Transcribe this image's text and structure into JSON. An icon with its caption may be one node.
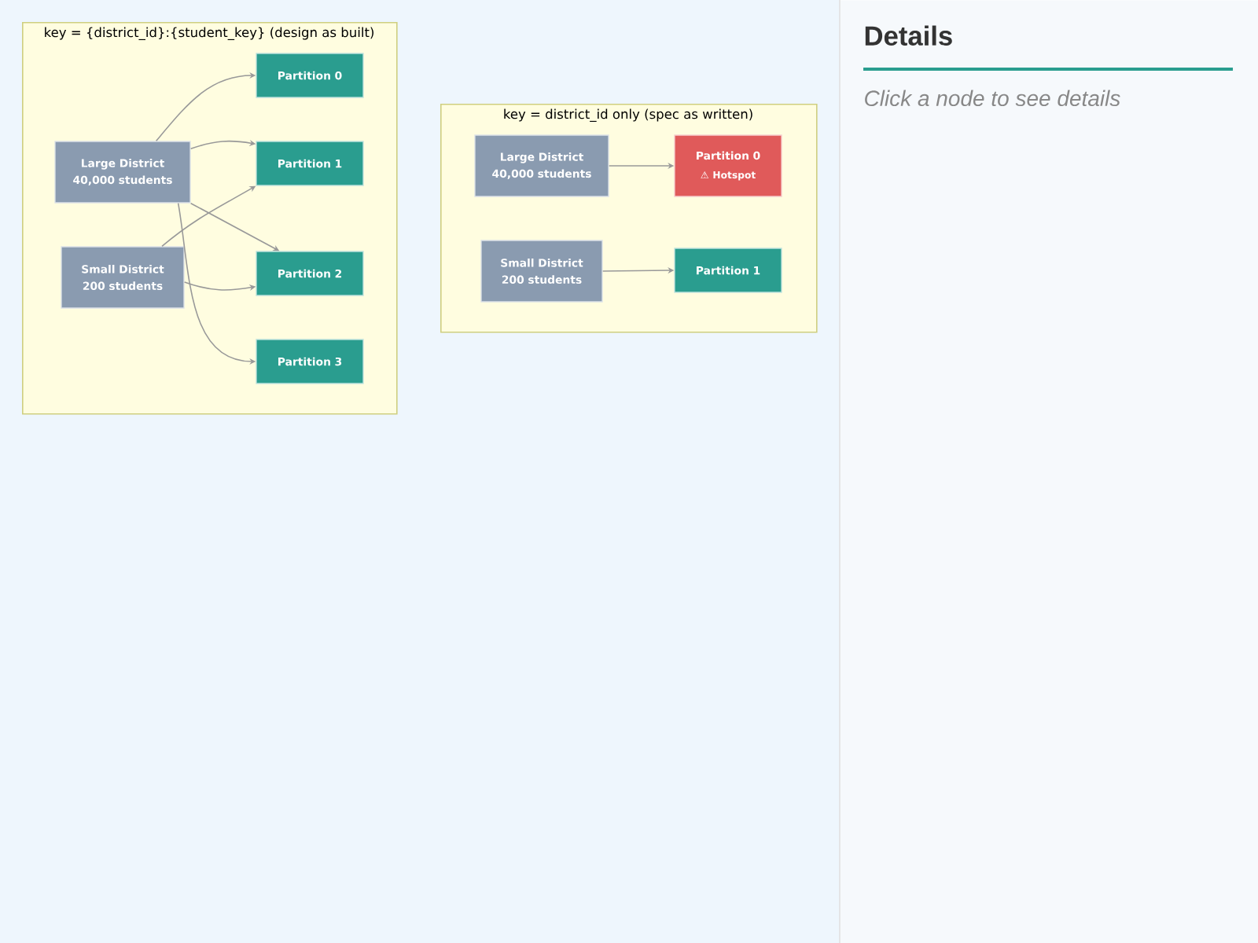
{
  "diagram": {
    "nodes": [
      {
        "text": [
          "key = {district_id}:{student_key} (design as built)"
        ]
      },
      {
        "text": [
          "Large District 40,000 students"
        ],
        "in": 0
      },
      {
        "text": [
          "Small District 200 students"
        ],
        "in": 0
      },
      {
        "text": [
          "Partition 0"
        ],
        "in": 0
      },
      {
        "text": [
          "Partition 1"
        ],
        "in": 0
      },
      {
        "text": [
          "Partition 2"
        ],
        "in": 0
      },
      {
        "text": [
          "Partition 3"
        ],
        "in": 0
      },
      {
        "text": [
          "key = district_id only (spec as written)"
        ]
      },
      {
        "text": [
          "Large District 40,000 students"
        ],
        "in": 7
      },
      {
        "text": [
          "Partition 0",
          "⚠ Hotspot"
        ],
        "in": 7
      },
      {
        "text": [
          "Small District 200 students"
        ],
        "in": 7
      },
      {
        "text": [
          "Partition 1"
        ],
        "in": 7
      },
      {
        "text": [
          "Details",
          "Click a node to see details"
        ]
      }
    ],
    "edges": [
      {
        "from": 1,
        "to": 3,
        "arrow": "to"
      },
      {
        "from": 1,
        "to": 4,
        "arrow": "to"
      },
      {
        "from": 1,
        "to": 5,
        "arrow": "to"
      },
      {
        "from": 1,
        "to": 6,
        "arrow": "to"
      },
      {
        "from": 2,
        "to": 4,
        "arrow": "to"
      },
      {
        "from": 2,
        "to": 5,
        "arrow": "to"
      },
      {
        "from": 8,
        "to": 9,
        "arrow": "to"
      },
      {
        "from": 10,
        "to": 11,
        "arrow": "to"
      }
    ]
  }
}
